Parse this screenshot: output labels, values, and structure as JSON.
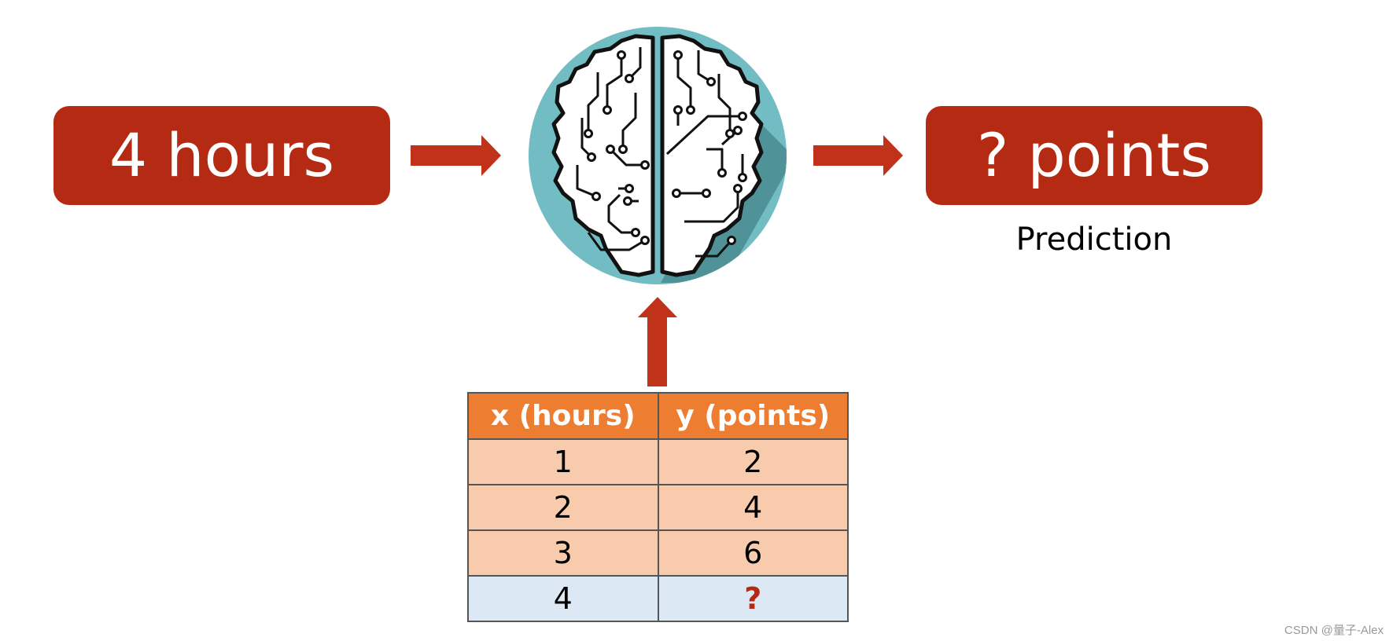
{
  "input": {
    "label": "4 hours"
  },
  "output": {
    "label": "? points",
    "caption": "Prediction"
  },
  "table": {
    "headers": [
      "x (hours)",
      "y (points)"
    ],
    "rows": [
      [
        "1",
        "2"
      ],
      [
        "2",
        "4"
      ],
      [
        "3",
        "6"
      ],
      [
        "4",
        "?"
      ]
    ]
  },
  "colors": {
    "box": "#b52a12",
    "arrow": "#c0321a",
    "brain_circle": "#72bcc4",
    "header": "#ed7d31",
    "row": "#f8cbad",
    "query_row": "#dde8f5"
  },
  "icons": {
    "model": "circuit-brain-icon"
  },
  "watermark": "CSDN @量子-Alex"
}
